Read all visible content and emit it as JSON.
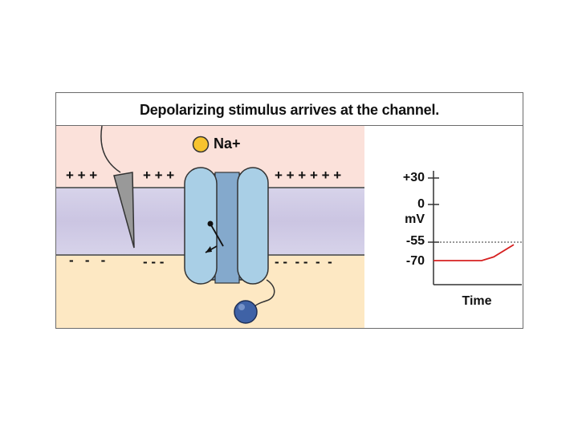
{
  "title": "Depolarizing stimulus arrives at the channel.",
  "ion_label": "Na+",
  "charges": {
    "outside_left": "+ + +",
    "outside_mid": "+ + +",
    "outside_right": "+ + + + + +",
    "inside_left": "-   -   -",
    "inside_mid": "- - -",
    "inside_right": "- -  - -  -  -"
  },
  "graph": {
    "y_ticks": [
      "+30",
      "0",
      "-55",
      "-70"
    ],
    "y_unit": "mV",
    "x_label": "Time"
  },
  "chart_data": {
    "type": "line",
    "xlabel": "Time",
    "ylabel": "mV",
    "y_tick_labels": [
      "+30",
      "0",
      "-55",
      "-70"
    ],
    "series": [
      {
        "x": [
          0,
          0.6,
          0.75,
          1.0
        ],
        "y": [
          -70,
          -70,
          -67,
          -57
        ],
        "color": "#d62020"
      }
    ],
    "threshold": {
      "y": -55,
      "style": "dotted"
    }
  },
  "colors": {
    "extracellular": "#fbe1da",
    "membrane": "#cbc5e2",
    "intracellular": "#fde8c3",
    "channel": "#a9cfe6",
    "ion": "#f7c32e",
    "inactivation_ball": "#3f62a6",
    "trace": "#d62020"
  }
}
